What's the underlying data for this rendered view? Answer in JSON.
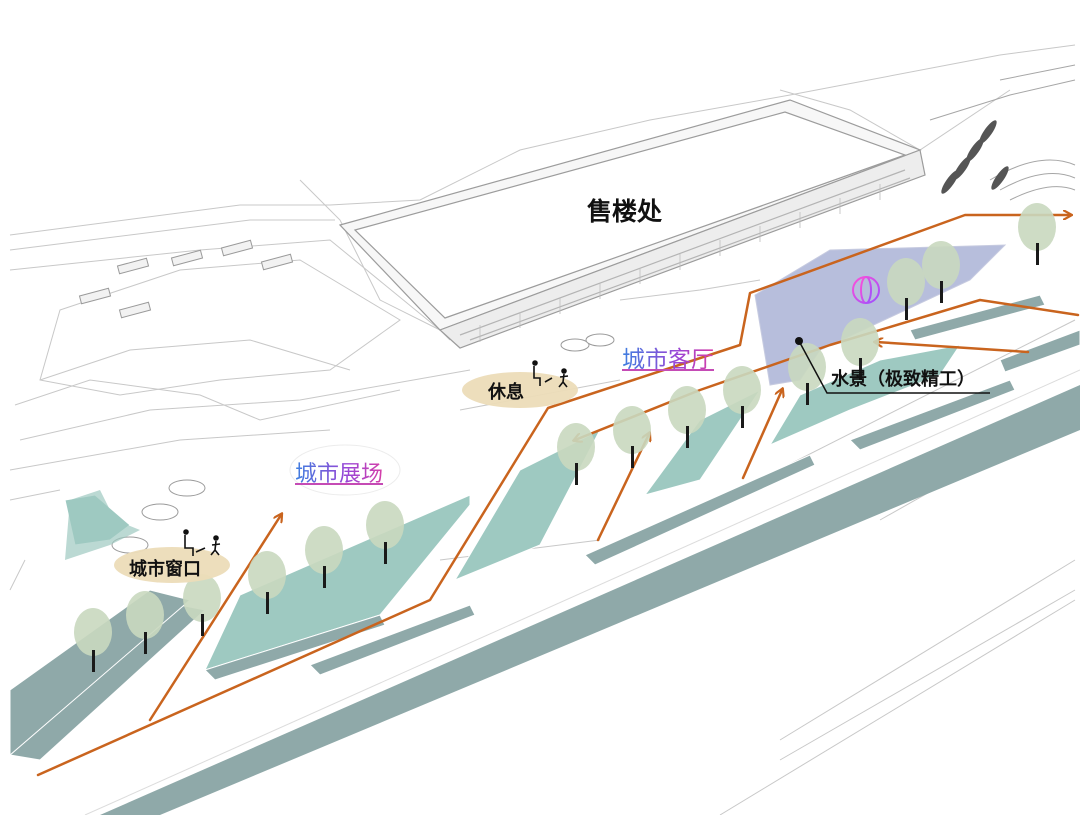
{
  "labels": {
    "sales_office": "售楼处",
    "city_living_room": "城市客厅",
    "city_exhibition": "城市展场",
    "city_window": "城市窗口",
    "rest": "休息",
    "water_feature": "水景（极致精工）"
  },
  "colors": {
    "path_arrow": "#c9641e",
    "planter_green": "#9ec9c1",
    "planter_dark": "#8fa9a9",
    "water_blue": "#b7bedc",
    "tree_canopy": "#c9d8bf",
    "tree_trunk": "#1a1a1a",
    "label_bubble": "#ecdcb8",
    "linework": "#c8c8c8"
  }
}
